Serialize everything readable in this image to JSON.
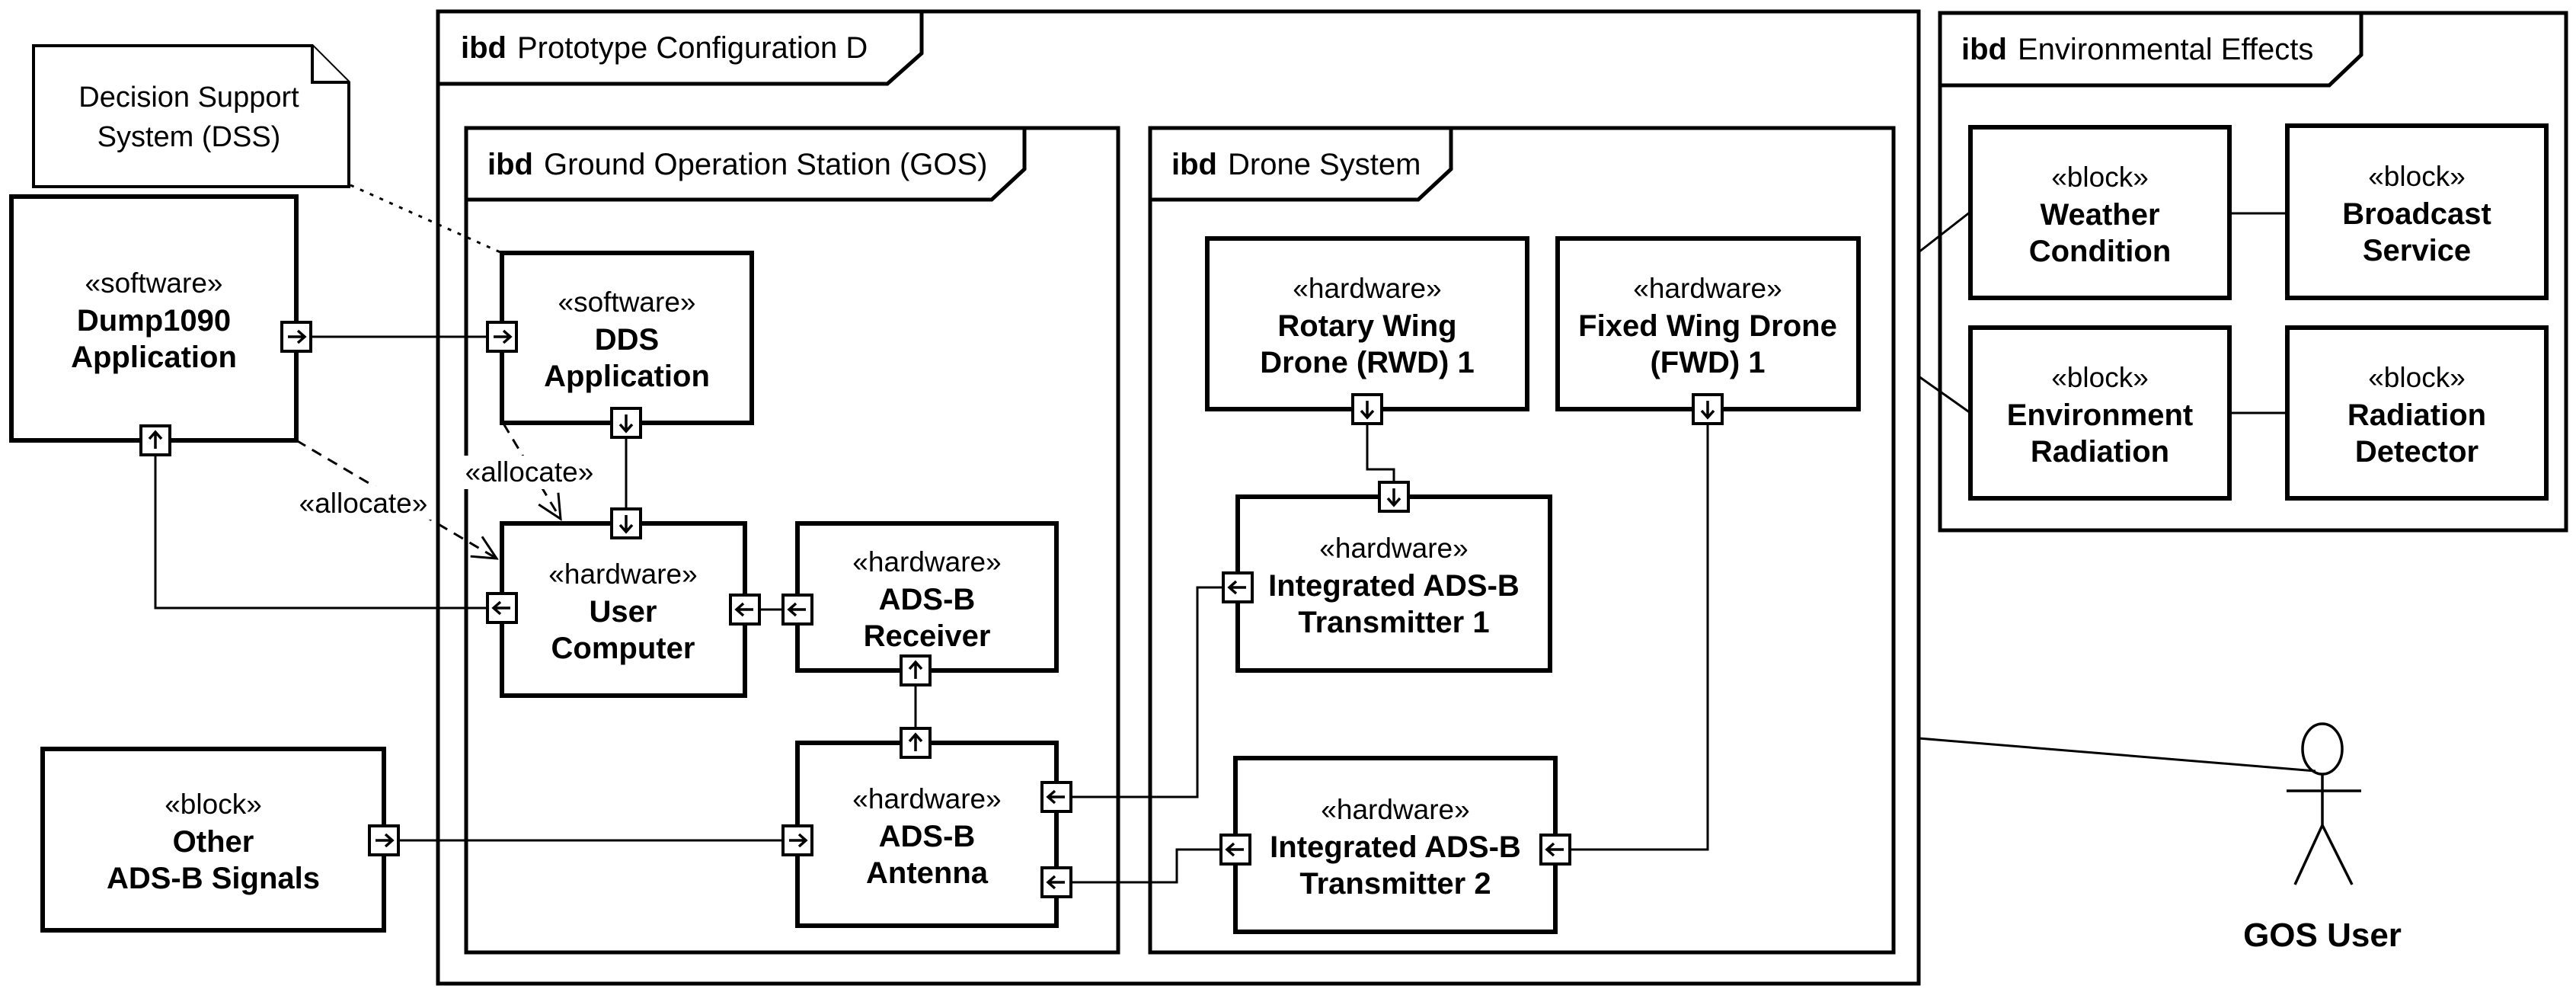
{
  "diagram": {
    "colors": {
      "line": "#000000",
      "background": "#ffffff"
    },
    "frames": {
      "main": {
        "kw": "ibd",
        "title": "Prototype Configuration D"
      },
      "gos": {
        "kw": "ibd",
        "title": "Ground Operation Station (GOS)"
      },
      "drone": {
        "kw": "ibd",
        "title": "Drone System"
      },
      "env": {
        "kw": "ibd",
        "title": "Environmental Effects"
      }
    },
    "note": {
      "line1": "Decision Support",
      "line2": "System (DSS)"
    },
    "blocks": {
      "dump1090": {
        "stereotype": "«software»",
        "line1": "Dump1090",
        "line2": "Application"
      },
      "other_adsb": {
        "stereotype": "«block»",
        "line1": "Other",
        "line2": "ADS-B Signals"
      },
      "dds": {
        "stereotype": "«software»",
        "line1": "DDS",
        "line2": "Application"
      },
      "user_computer": {
        "stereotype": "«hardware»",
        "line1": "User",
        "line2": "Computer"
      },
      "adsb_receiver": {
        "stereotype": "«hardware»",
        "line1": "ADS-B",
        "line2": "Receiver"
      },
      "adsb_antenna": {
        "stereotype": "«hardware»",
        "line1": "ADS-B",
        "line2": "Antenna"
      },
      "rwd": {
        "stereotype": "«hardware»",
        "line1": "Rotary Wing",
        "line2": "Drone (RWD) 1"
      },
      "fwd": {
        "stereotype": "«hardware»",
        "line1": "Fixed Wing Drone",
        "line2": "(FWD) 1"
      },
      "t1": {
        "stereotype": "«hardware»",
        "line1": "Integrated ADS-B",
        "line2": "Transmitter 1"
      },
      "t2": {
        "stereotype": "«hardware»",
        "line1": "Integrated ADS-B",
        "line2": "Transmitter 2"
      },
      "weather": {
        "stereotype": "«block»",
        "line1": "Weather",
        "line2": "Condition"
      },
      "broadcast": {
        "stereotype": "«block»",
        "line1": "Broadcast",
        "line2": "Service"
      },
      "env_radiation": {
        "stereotype": "«block»",
        "line1": "Environment",
        "line2": "Radiation"
      },
      "rad_detector": {
        "stereotype": "«block»",
        "line1": "Radiation",
        "line2": "Detector"
      }
    },
    "labels": {
      "allocate_outer": "«allocate»",
      "allocate_inner": "«allocate»",
      "actor": "GOS User"
    }
  }
}
